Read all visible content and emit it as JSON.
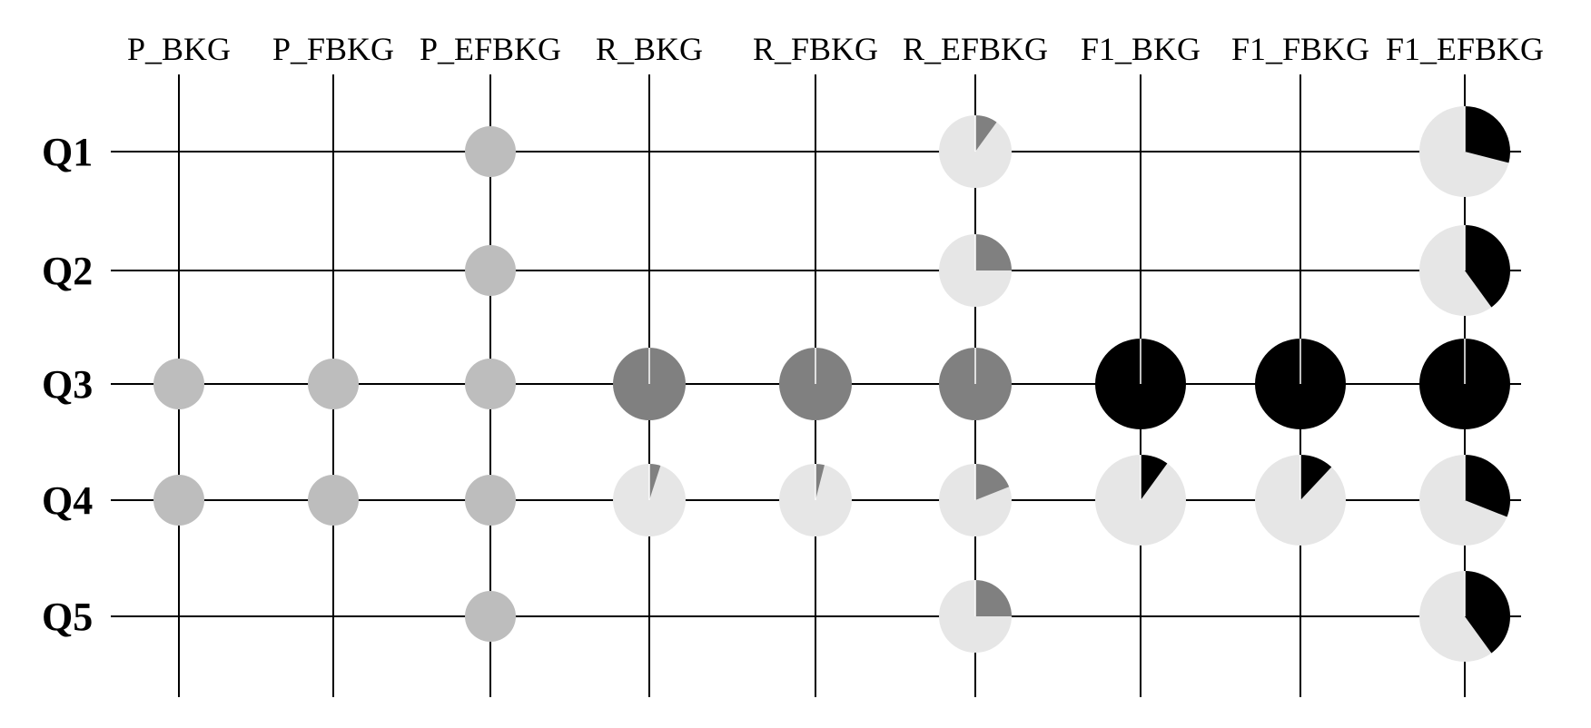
{
  "chart_data": {
    "type": "pie-matrix",
    "title": "",
    "columns": [
      "P_BKG",
      "P_FBKG",
      "P_EFBKG",
      "R_BKG",
      "R_FBKG",
      "R_EFBKG",
      "F1_BKG",
      "F1_FBKG",
      "F1_EFBKG"
    ],
    "rows": [
      "Q1",
      "Q2",
      "Q3",
      "Q4",
      "Q5"
    ],
    "colors": {
      "P": "#bdbdbd",
      "R": "#808080",
      "F1": "#000000",
      "remainder": "#e6e6e6"
    },
    "cells": [
      {
        "row": "Q1",
        "col": "P_EFBKG",
        "fraction": 1.0
      },
      {
        "row": "Q1",
        "col": "R_EFBKG",
        "fraction": 0.1
      },
      {
        "row": "Q1",
        "col": "F1_EFBKG",
        "fraction": 0.29
      },
      {
        "row": "Q2",
        "col": "P_EFBKG",
        "fraction": 1.0
      },
      {
        "row": "Q2",
        "col": "R_EFBKG",
        "fraction": 0.25
      },
      {
        "row": "Q2",
        "col": "F1_EFBKG",
        "fraction": 0.4
      },
      {
        "row": "Q3",
        "col": "P_BKG",
        "fraction": 1.0
      },
      {
        "row": "Q3",
        "col": "P_FBKG",
        "fraction": 1.0
      },
      {
        "row": "Q3",
        "col": "P_EFBKG",
        "fraction": 1.0
      },
      {
        "row": "Q3",
        "col": "R_BKG",
        "fraction": 1.0
      },
      {
        "row": "Q3",
        "col": "R_FBKG",
        "fraction": 1.0
      },
      {
        "row": "Q3",
        "col": "R_EFBKG",
        "fraction": 1.0
      },
      {
        "row": "Q3",
        "col": "F1_BKG",
        "fraction": 1.0
      },
      {
        "row": "Q3",
        "col": "F1_FBKG",
        "fraction": 1.0
      },
      {
        "row": "Q3",
        "col": "F1_EFBKG",
        "fraction": 1.0
      },
      {
        "row": "Q4",
        "col": "P_BKG",
        "fraction": 1.0
      },
      {
        "row": "Q4",
        "col": "P_FBKG",
        "fraction": 1.0
      },
      {
        "row": "Q4",
        "col": "P_EFBKG",
        "fraction": 1.0
      },
      {
        "row": "Q4",
        "col": "R_BKG",
        "fraction": 0.05
      },
      {
        "row": "Q4",
        "col": "R_FBKG",
        "fraction": 0.04
      },
      {
        "row": "Q4",
        "col": "R_EFBKG",
        "fraction": 0.19
      },
      {
        "row": "Q4",
        "col": "F1_BKG",
        "fraction": 0.1
      },
      {
        "row": "Q4",
        "col": "F1_FBKG",
        "fraction": 0.12
      },
      {
        "row": "Q4",
        "col": "F1_EFBKG",
        "fraction": 0.31
      },
      {
        "row": "Q5",
        "col": "P_EFBKG",
        "fraction": 1.0
      },
      {
        "row": "Q5",
        "col": "R_EFBKG",
        "fraction": 0.25
      },
      {
        "row": "Q5",
        "col": "F1_EFBKG",
        "fraction": 0.4
      }
    ]
  }
}
